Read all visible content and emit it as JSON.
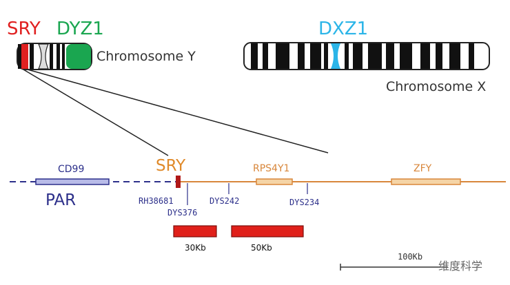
{
  "top_labels": {
    "sry": "SRY",
    "dyz1": "DYZ1",
    "dxz1": "DXZ1",
    "chromosome_y": "Chromosome Y",
    "chromosome_x": "Chromosome X"
  },
  "map": {
    "sry_label": "SRY",
    "par_label": "PAR",
    "genes": {
      "cd99": "CD99",
      "rps4y1": "RPS4Y1",
      "zfy": "ZFY"
    },
    "markers": {
      "rh38681": "RH38681",
      "dys376": "DYS376",
      "dys242": "DYS242",
      "dys234": "DYS234"
    },
    "segments": {
      "seg_30kb": "30Kb",
      "seg_50kb": "50Kb"
    },
    "scale_label": "100Kb"
  },
  "watermark": "维度科学",
  "colors": {
    "sry_red": "#e02020",
    "dyz1_green": "#1aa650",
    "dxz1_cyan": "#2bb5e8",
    "sry_orange": "#e08a2a",
    "gene_orange": "#d8863a",
    "par_navy": "#2c2f8a",
    "bar_red": "#e0201a"
  }
}
